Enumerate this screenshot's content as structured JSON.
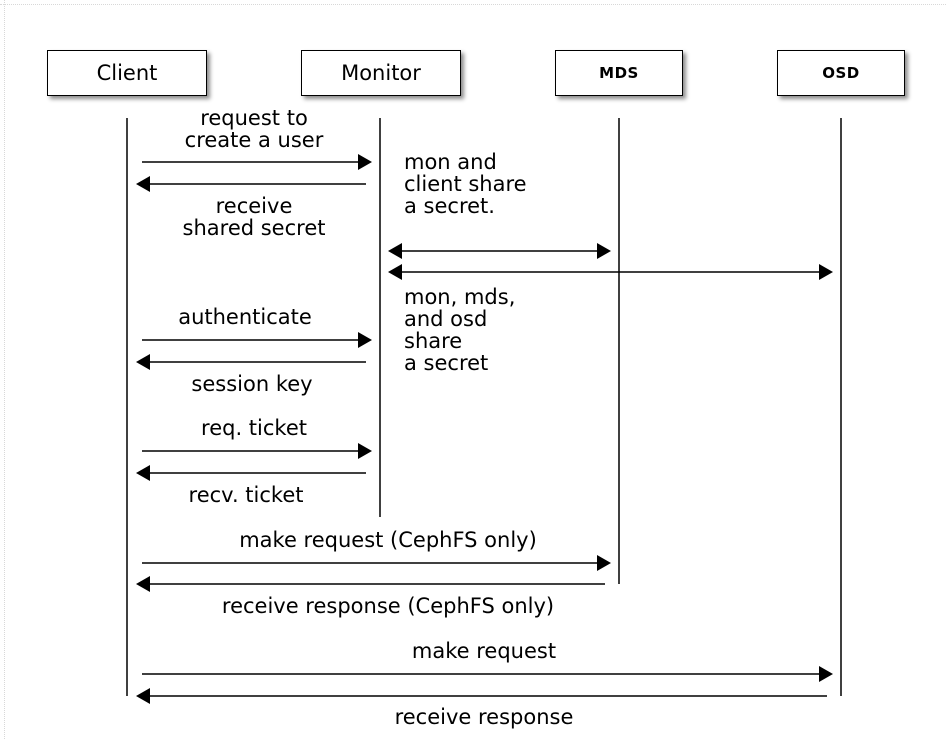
{
  "participants": {
    "client": "Client",
    "monitor": "Monitor",
    "mds": "MDS",
    "osd": "OSD"
  },
  "messages": {
    "request_user": "request to\ncreate a user",
    "receive_secret": "receive\nshared secret",
    "mon_client_note": "mon and\nclient share\na secret.",
    "mon_mds_osd_note": "mon, mds,\nand osd\nshare\na secret",
    "authenticate": "authenticate",
    "session_key": "session key",
    "req_ticket": "req. ticket",
    "recv_ticket": "recv. ticket",
    "make_request_cephfs": "make request (CephFS only)",
    "receive_response_cephfs": "receive response (CephFS only)",
    "make_request": "make request",
    "receive_response": "receive response"
  }
}
